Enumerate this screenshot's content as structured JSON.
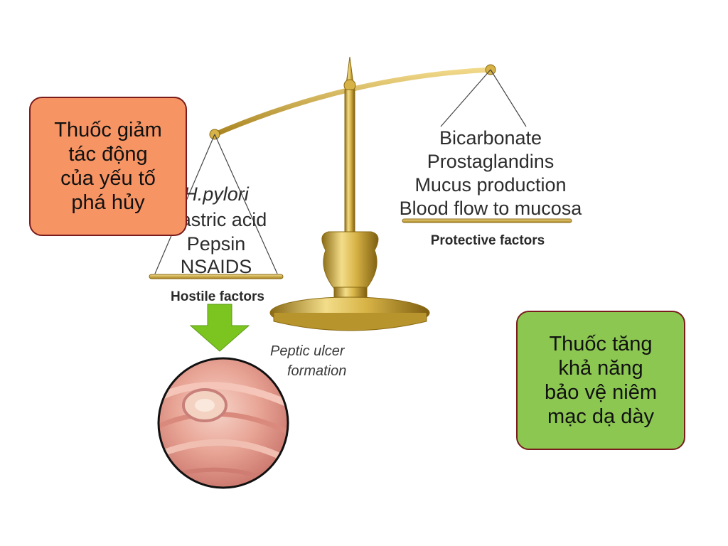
{
  "scale": {
    "hostile_items": [
      "H.pylori",
      "Gastric acid",
      "Pepsin",
      "NSAIDS"
    ],
    "hostile_label": "Hostile factors",
    "protective_items": [
      "Bicarbonate",
      "Prostaglandins",
      "Mucus production",
      "Blood flow to mucosa"
    ],
    "protective_label": "Protective factors",
    "ulcer_label_line1": "Peptic ulcer",
    "ulcer_label_line2": "formation"
  },
  "callouts": {
    "left_text": "Thuốc giảm\ntác động\ncủa yếu tố\nphá hủy",
    "right_text": "Thuốc tăng\nkhả năng\nbảo vệ niêm\nmạc dạ dày"
  },
  "colors": {
    "left_callout_bg": "#f79464",
    "right_callout_bg": "#8cc752",
    "callout_border": "#7a1c1c",
    "arrow": "#7cc520",
    "scale_gold": "#c9a233"
  }
}
